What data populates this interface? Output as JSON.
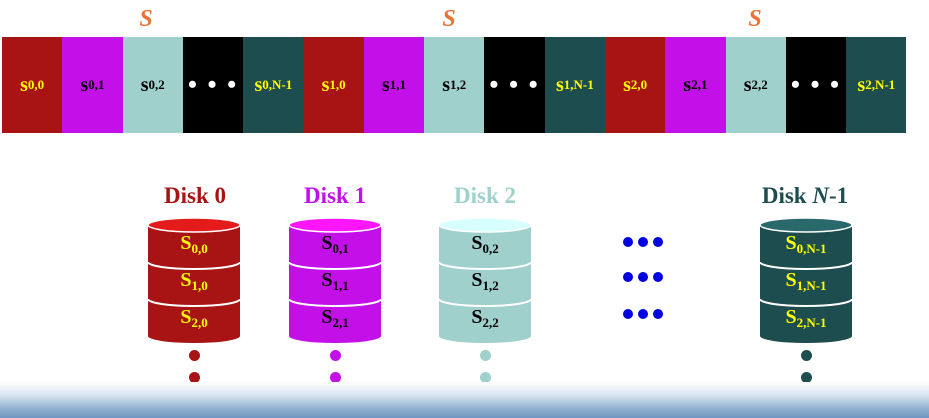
{
  "stripe_label": "S",
  "colors": {
    "disk0": "#a81414",
    "disk1": "#c410e8",
    "disk2": "#9fd0cb",
    "diskN": "#1e4d4f",
    "gap": "#000000",
    "stripe_label": "#e8743a",
    "highlight_text": "#ffff00",
    "dark_text": "#000000",
    "ellipsis_dots": "#0000e0"
  },
  "stripe_units": [
    {
      "base": "s",
      "sub": "0,0",
      "text_color": "#ffff00",
      "bg": "#a81414"
    },
    {
      "base": "s",
      "sub": "0,1",
      "text_color": "#000000",
      "bg": "#c410e8"
    },
    {
      "base": "s",
      "sub": "0,2",
      "text_color": "#000000",
      "bg": "#9fd0cb"
    },
    {
      "ellipsis": "• • •",
      "bg": "#000000"
    },
    {
      "base": "s",
      "sub": "0,N-1",
      "text_color": "#ffff00",
      "bg": "#1e4d4f"
    },
    {
      "base": "s",
      "sub": "1,0",
      "text_color": "#ffff00",
      "bg": "#a81414"
    },
    {
      "base": "s",
      "sub": "1,1",
      "text_color": "#000000",
      "bg": "#c410e8"
    },
    {
      "base": "s",
      "sub": "1,2",
      "text_color": "#000000",
      "bg": "#9fd0cb"
    },
    {
      "ellipsis": "• • •",
      "bg": "#000000"
    },
    {
      "base": "s",
      "sub": "1,N-1",
      "text_color": "#ffff00",
      "bg": "#1e4d4f"
    },
    {
      "base": "s",
      "sub": "2,0",
      "text_color": "#ffff00",
      "bg": "#a81414"
    },
    {
      "base": "s",
      "sub": "2,1",
      "text_color": "#000000",
      "bg": "#c410e8"
    },
    {
      "base": "s",
      "sub": "2,2",
      "text_color": "#000000",
      "bg": "#9fd0cb"
    },
    {
      "ellipsis": "• • •",
      "bg": "#000000"
    },
    {
      "base": "s",
      "sub": "2,N-1",
      "text_color": "#ffff00",
      "bg": "#1e4d4f"
    }
  ],
  "disks": [
    {
      "title_prefix": "Disk ",
      "title_index": "0",
      "index_italic": false,
      "color": "#a81414",
      "text_color": "#ffff00",
      "units": [
        {
          "base": "S",
          "sub": "0,0"
        },
        {
          "base": "S",
          "sub": "1,0"
        },
        {
          "base": "S",
          "sub": "2,0"
        }
      ]
    },
    {
      "title_prefix": "Disk ",
      "title_index": "1",
      "index_italic": false,
      "color": "#c410e8",
      "text_color": "#000000",
      "units": [
        {
          "base": "S",
          "sub": "0,1"
        },
        {
          "base": "S",
          "sub": "1,1"
        },
        {
          "base": "S",
          "sub": "2,1"
        }
      ]
    },
    {
      "title_prefix": "Disk ",
      "title_index": "2",
      "index_italic": false,
      "color": "#9fd0cb",
      "text_color": "#000000",
      "units": [
        {
          "base": "S",
          "sub": "0,2"
        },
        {
          "base": "S",
          "sub": "1,2"
        },
        {
          "base": "S",
          "sub": "2,2"
        }
      ]
    },
    {
      "title_prefix": "Disk ",
      "title_index": "N",
      "title_suffix": "-1",
      "index_italic": true,
      "color": "#1e4d4f",
      "text_color": "#ffff00",
      "units": [
        {
          "base": "S",
          "sub": "0,N-1"
        },
        {
          "base": "S",
          "sub": "1,N-1"
        },
        {
          "base": "S",
          "sub": "2,N-1"
        }
      ]
    }
  ]
}
